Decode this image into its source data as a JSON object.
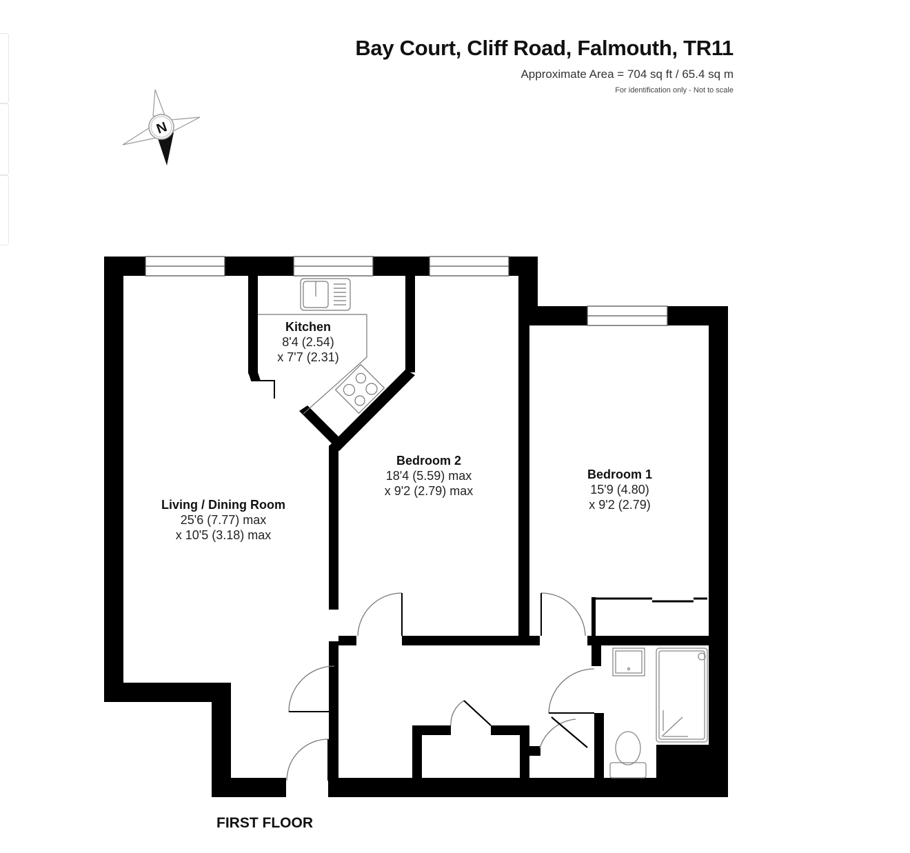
{
  "header": {
    "title": "Bay Court, Cliff Road, Falmouth, TR11",
    "area": "Approximate Area = 704 sq ft / 65.4 sq m",
    "disclaimer": "For identification only - Not to scale"
  },
  "compass": {
    "icon": "compass-north-icon",
    "letter": "N"
  },
  "rooms": {
    "kitchen": {
      "name": "Kitchen",
      "dim1": "8'4 (2.54)",
      "dim2": "x 7'7 (2.31)"
    },
    "bedroom2": {
      "name": "Bedroom 2",
      "dim1": "18'4 (5.59) max",
      "dim2": "x 9'2 (2.79) max"
    },
    "bedroom1": {
      "name": "Bedroom 1",
      "dim1": "15'9 (4.80)",
      "dim2": "x 9'2 (2.79)"
    },
    "living": {
      "name": "Living / Dining Room",
      "dim1": "25'6 (7.77) max",
      "dim2": "x 10'5 (3.18) max"
    }
  },
  "fixtures": [
    "sink-icon",
    "hob-icon",
    "basin-icon",
    "shower-tray-icon",
    "toilet-icon",
    "wardrobe-icon"
  ],
  "floor_label": "FIRST FLOOR",
  "colors": {
    "wall": "#000000",
    "background": "#ffffff",
    "fixture_line": "#777777"
  }
}
